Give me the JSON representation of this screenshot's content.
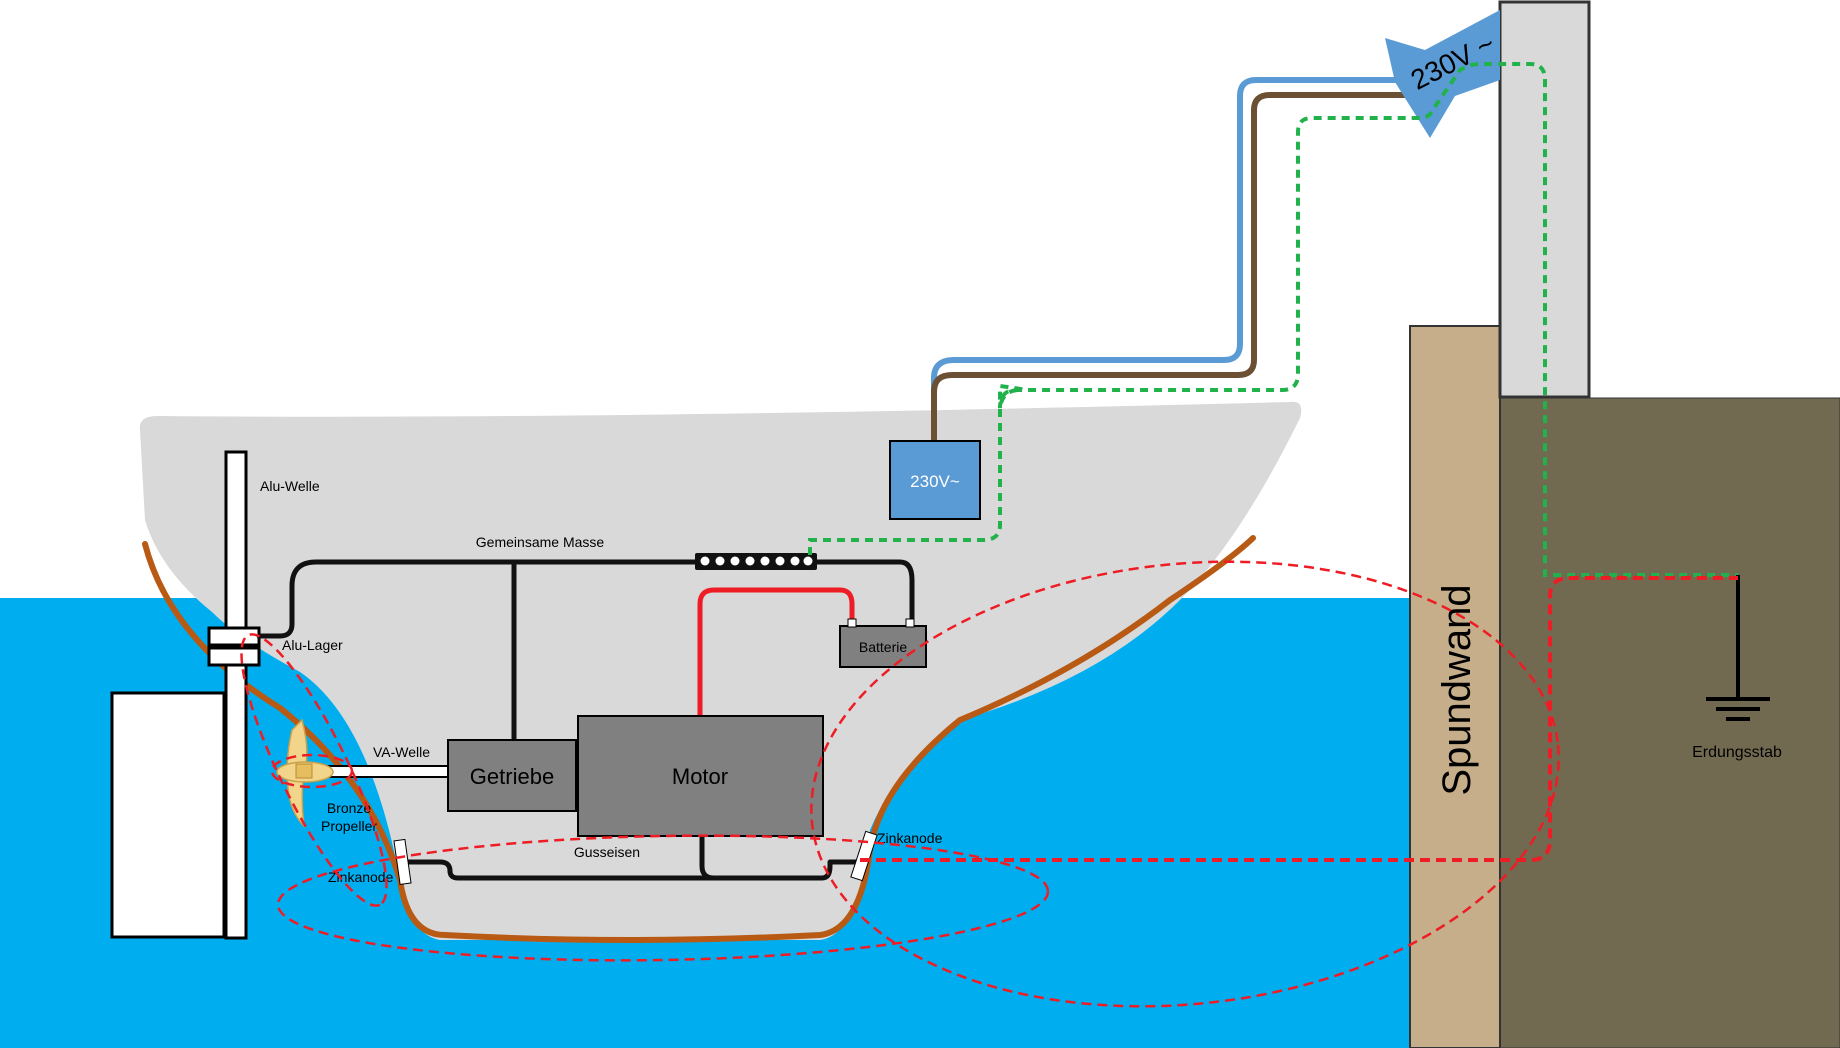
{
  "labels": {
    "alu_welle": "Alu-Welle",
    "alu_lager": "Alu-Lager",
    "gemeinsame_masse": "Gemeinsame Masse",
    "batterie": "Batterie",
    "va_welle": "VA-Welle",
    "getriebe": "Getriebe",
    "motor": "Motor",
    "bronze_propeller_line1": "Bronze",
    "bronze_propeller_line2": "Propeller",
    "gusseisen": "Gusseisen",
    "zinkanode_left": "Zinkanode",
    "zinkanode_right": "Zinkanode",
    "power_box": "230V~",
    "power_arrow": "230V ~",
    "spundwand": "Spundwand",
    "erdungsstab": "Erdungsstab"
  },
  "colors": {
    "water": "#00AEEF",
    "hull_fill": "#D9D9D9",
    "hull_edge": "#B85A14",
    "ground": "#726A50",
    "sheet_pile": "#C6AE8A",
    "pillar": "#D9D9D9",
    "power_blue": "#5B9BD5",
    "wire_brown": "#6B5034",
    "earth_green": "#21B24B",
    "current_red": "#EE1C24",
    "wire_black": "#111111",
    "component_gray": "#808080"
  },
  "icons": {
    "ground": "ground-symbol-icon",
    "propeller": "propeller-icon",
    "arrow": "power-arrow-icon"
  }
}
